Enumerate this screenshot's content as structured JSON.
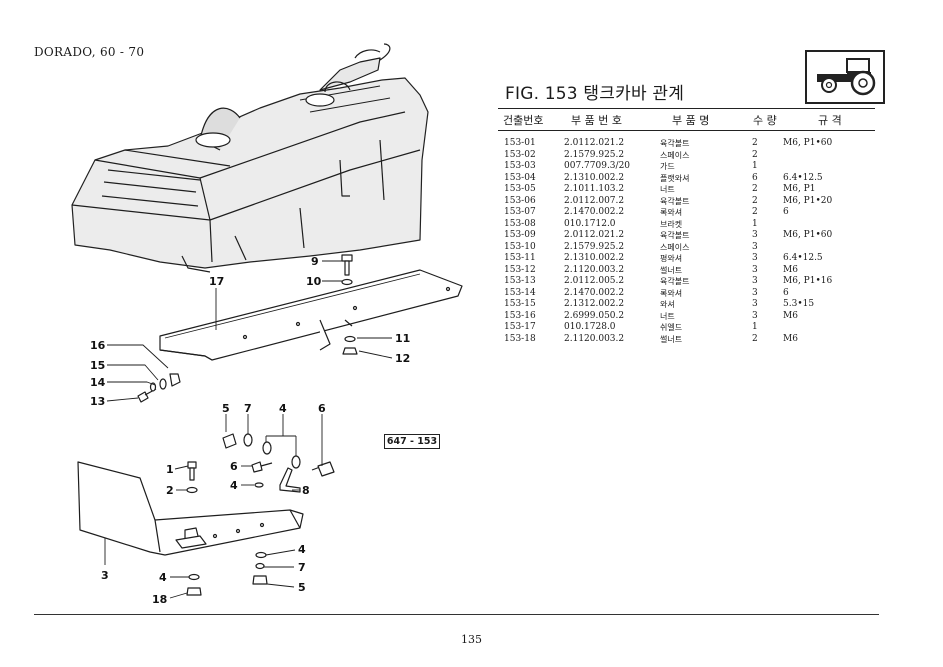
{
  "model_title": "DORADO, 60 - 70",
  "figure_title": "FIG. 153 탱크카바 관계",
  "table": {
    "headers": {
      "item_no": "건출번호",
      "part_no": "부 품 번 호",
      "part_name": "부 품 명",
      "qty": "수 량",
      "spec": "규 격"
    },
    "rows": [
      {
        "no": "153-01",
        "part": "2.0112.021.2",
        "name": "육각볼트",
        "qty": "2",
        "spec": "M6, P1•60"
      },
      {
        "no": "153-02",
        "part": "2.1579.925.2",
        "name": "스페이스",
        "qty": "2",
        "spec": ""
      },
      {
        "no": "153-03",
        "part": "007.7709.3/20",
        "name": "가드",
        "qty": "1",
        "spec": ""
      },
      {
        "no": "153-04",
        "part": "2.1310.002.2",
        "name": "플랫와셔",
        "qty": "6",
        "spec": "6.4•12.5"
      },
      {
        "no": "153-05",
        "part": "2.1011.103.2",
        "name": "너트",
        "qty": "2",
        "spec": "M6, P1"
      },
      {
        "no": "153-06",
        "part": "2.0112.007.2",
        "name": "육각볼트",
        "qty": "2",
        "spec": "M6, P1•20"
      },
      {
        "no": "153-07",
        "part": "2.1470.002.2",
        "name": "록와셔",
        "qty": "2",
        "spec": "6"
      },
      {
        "no": "153-08",
        "part": "010.1712.0",
        "name": "브라켓",
        "qty": "1",
        "spec": ""
      },
      {
        "no": "153-09",
        "part": "2.0112.021.2",
        "name": "육각볼트",
        "qty": "3",
        "spec": "M6, P1•60"
      },
      {
        "no": "153-10",
        "part": "2.1579.925.2",
        "name": "스페이스",
        "qty": "3",
        "spec": ""
      },
      {
        "no": "153-11",
        "part": "2.1310.002.2",
        "name": "평와셔",
        "qty": "3",
        "spec": "6.4•12.5"
      },
      {
        "no": "153-12",
        "part": "2.1120.003.2",
        "name": "썰너트",
        "qty": "3",
        "spec": "M6"
      },
      {
        "no": "153-13",
        "part": "2.0112.005.2",
        "name": "육각볼트",
        "qty": "3",
        "spec": "M6, P1•16"
      },
      {
        "no": "153-14",
        "part": "2.1470.002.2",
        "name": "록와셔",
        "qty": "3",
        "spec": "6"
      },
      {
        "no": "153-15",
        "part": "2.1312.002.2",
        "name": "와셔",
        "qty": "3",
        "spec": "5.3•15"
      },
      {
        "no": "153-16",
        "part": "2.6999.050.2",
        "name": "너트",
        "qty": "3",
        "spec": "M6"
      },
      {
        "no": "153-17",
        "part": "010.1728.0",
        "name": "쉬엘드",
        "qty": "1",
        "spec": ""
      },
      {
        "no": "153-18",
        "part": "2.1120.003.2",
        "name": "썰너트",
        "qty": "2",
        "spec": "M6"
      }
    ]
  },
  "diagram": {
    "ref_code": "647 - 153",
    "callouts": {
      "c9": "9",
      "c10": "10",
      "c17": "17",
      "c11": "11",
      "c12": "12",
      "c16": "16",
      "c15": "15",
      "c14": "14",
      "c13": "13",
      "c5a": "5",
      "c7a": "7",
      "c4a": "4",
      "c6a": "6",
      "c1": "1",
      "c6b": "6",
      "c2": "2",
      "c4b": "4",
      "c8": "8",
      "c3": "3",
      "c4c": "4",
      "c18": "18",
      "c4d": "4",
      "c7b": "7",
      "c5b": "5"
    }
  },
  "page_number": "135"
}
